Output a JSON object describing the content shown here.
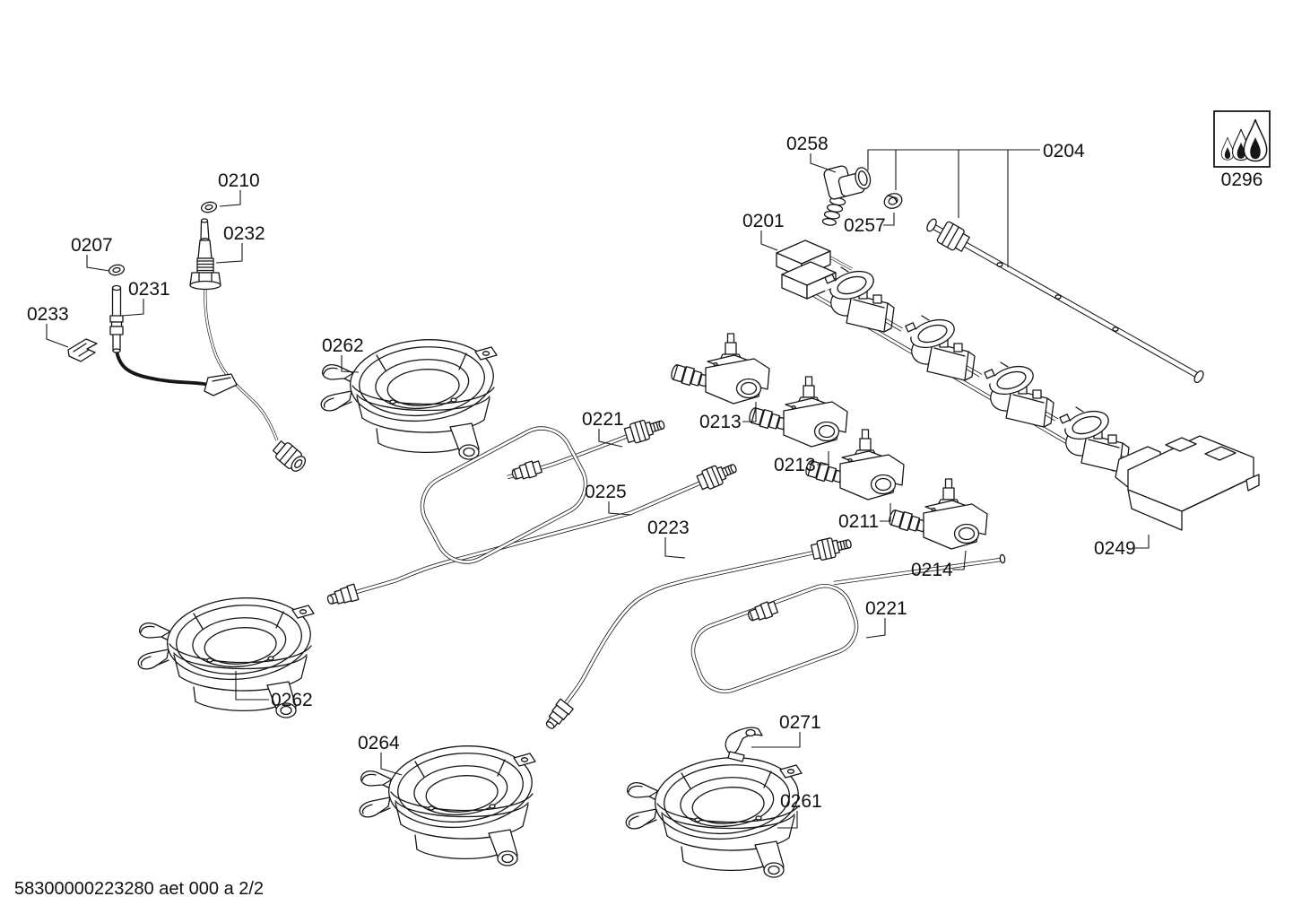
{
  "footer": {
    "text": "58300000223280 aet 000 a 2/2"
  },
  "callouts": {
    "part_0210": "0210",
    "part_0207": "0207",
    "part_0231": "0231",
    "part_0232": "0232",
    "part_0233": "0233",
    "part_0262_top": "0262",
    "part_0221_top": "0221",
    "part_0225": "0225",
    "part_0223": "0223",
    "part_0213_a": "0213",
    "part_0213_b": "0213",
    "part_0211": "0211",
    "part_0214": "0214",
    "part_0258": "0258",
    "part_0257": "0257",
    "part_0204": "0204",
    "part_0201": "0201",
    "part_0249": "0249",
    "part_0296": "0296",
    "part_0262_bottom": "0262",
    "part_0264": "0264",
    "part_0271": "0271",
    "part_0261": "0261",
    "part_0221_bottom": "0221"
  }
}
